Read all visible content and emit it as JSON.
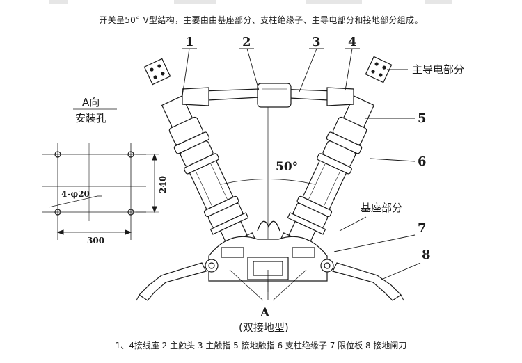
{
  "header_note": "开关呈50° V型结构，主要由由基座部分、支柱绝缘子、主导电部分和接地部分组成。",
  "callouts": [
    "1",
    "2",
    "3",
    "4",
    "5",
    "6",
    "7",
    "8"
  ],
  "labels": {
    "main_conductive": "主导电部分",
    "base": "基座部分",
    "angle": "50°",
    "view_a": "A",
    "double_ground": "(双接地型)"
  },
  "mounting_view": {
    "title": "A向",
    "subtitle": "安装孔",
    "holes": "4-φ20",
    "width": "300",
    "height": "240"
  },
  "legend_caption": "1、4接线座 2 主触头 3 主触指 5 接地触指 6 支柱绝缘子 7 限位板 8 接地闸刀"
}
